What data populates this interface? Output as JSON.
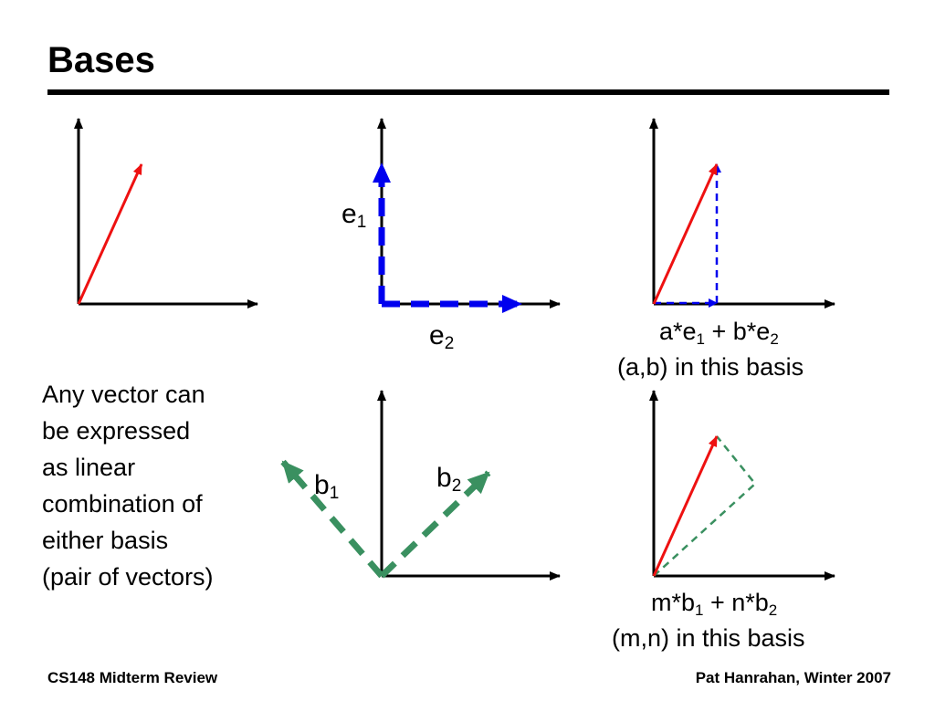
{
  "slide": {
    "title": "Bases"
  },
  "labels": {
    "e1": {
      "base": "e",
      "sub": "1"
    },
    "e2": {
      "base": "e",
      "sub": "2"
    },
    "b1": {
      "base": "b",
      "sub": "1"
    },
    "b2": {
      "base": "b",
      "sub": "2"
    },
    "combo_e": {
      "a": "a*e",
      "a_sub": "1",
      "mid": " + b*e",
      "b_sub": "2"
    },
    "basis_e": "(a,b) in this basis",
    "combo_b": {
      "a": "m*b",
      "a_sub": "1",
      "mid": " + n*b",
      "b_sub": "2"
    },
    "basis_b": "(m,n) in this basis"
  },
  "body_text": [
    "Any vector can",
    "be expressed",
    "as linear",
    "combination of",
    "either basis",
    "(pair of vectors)"
  ],
  "footer": {
    "left": "CS148 Midterm Review",
    "right": "Pat Hanrahan, Winter 2007"
  },
  "colors": {
    "axis": "#000000",
    "vector": "#ee1111",
    "basis_e": "#0000ee",
    "basis_b": "#3a9060"
  }
}
